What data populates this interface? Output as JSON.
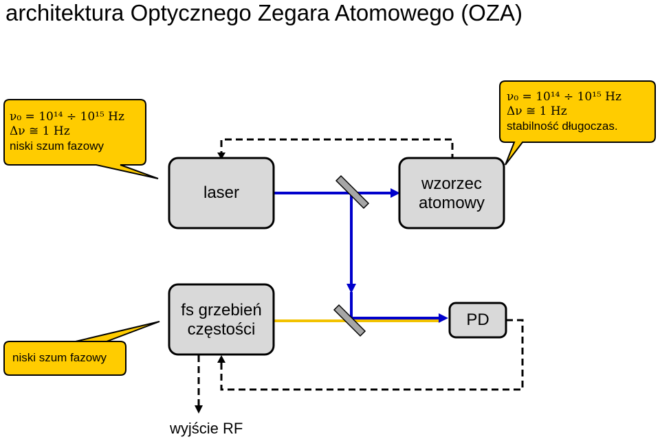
{
  "title": "architektura Optycznego Zegara Atomowego (OZA)",
  "callout_left": {
    "line1": "ν₀ = 10¹⁴ ÷ 10¹⁵ Hz",
    "line2": "Δν ≅ 1 Hz",
    "line3": "niski szum fazowy"
  },
  "callout_right": {
    "line1": "ν₀ = 10¹⁴ ÷ 10¹⁵ Hz",
    "line2": "Δν ≅ 1 Hz",
    "line3": "stabilność długoczas."
  },
  "callout_bottom": {
    "line1": "niski szum fazowy"
  },
  "boxes": {
    "laser": "laser",
    "atomic_line1": "wzorzec",
    "atomic_line2": "atomowy",
    "comb_line1": "fs grzebień",
    "comb_line2": "częstości",
    "pd": "PD"
  },
  "rf_output": "wyjście RF",
  "colors": {
    "callout_fill": "#FFCC00",
    "box_fill": "#D9D9D9",
    "laser_beam": "#0000CC",
    "comb_beam": "#F2C200",
    "mirror": "#A6A6A6"
  }
}
